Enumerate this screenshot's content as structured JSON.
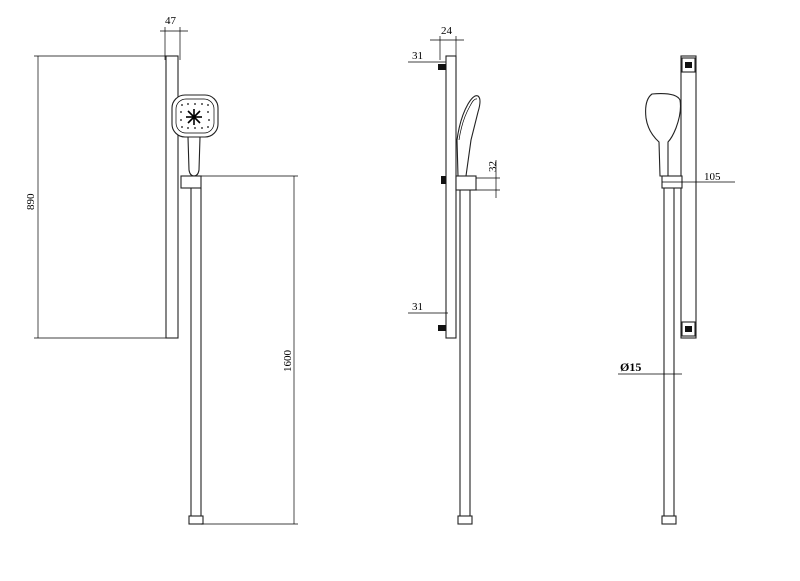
{
  "dimensions": {
    "front": {
      "bar_depth": "47",
      "bar_height": "890",
      "hose_length": "1600"
    },
    "side": {
      "bar_width": "24",
      "bracket_top": "31",
      "bracket_bottom": "31",
      "holder_height": "32"
    },
    "back": {
      "projection": "105",
      "diameter": "Ø15"
    }
  }
}
